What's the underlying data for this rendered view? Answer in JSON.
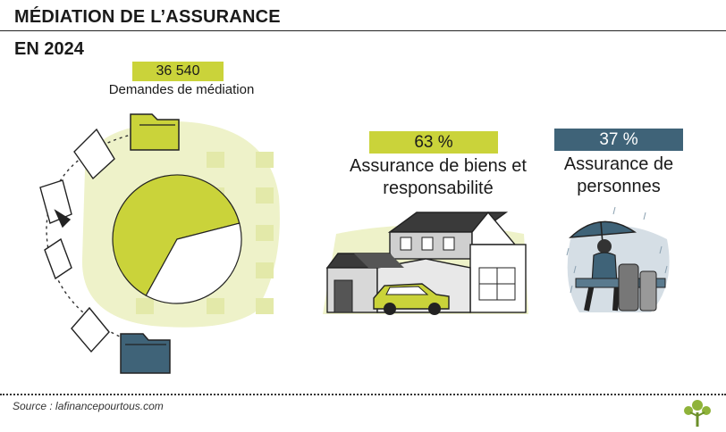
{
  "header": {
    "title": "MÉDIATION DE L’ASSURANCE",
    "subtitle": "EN 2024"
  },
  "total": {
    "value": "36 540",
    "label": "Demandes de médiation"
  },
  "categories": {
    "goods": {
      "percent": "63 %",
      "label_line1": "Assurance de biens et",
      "label_line2": "responsabilité"
    },
    "persons": {
      "percent": "37 %",
      "label_line1": "Assurance de",
      "label_line2": "personnes"
    }
  },
  "footer": {
    "source": "Source : lafinancepourtous.com"
  },
  "icons": [
    "folder-icon",
    "document-icon",
    "house-icon",
    "car-icon",
    "umbrella-person-icon",
    "tree-logo-icon"
  ],
  "colors": {
    "green": "#cad33a",
    "blue": "#3f6378",
    "pale_green": "#eef2c9",
    "dark": "#2d2d2d"
  },
  "chart_data": {
    "type": "pie",
    "title": "",
    "categories": [
      "Assurance de biens et responsabilité",
      "Assurance de personnes"
    ],
    "values": [
      63,
      37
    ],
    "colors": [
      "#cad33a",
      "#ffffff"
    ],
    "total": 36540
  }
}
